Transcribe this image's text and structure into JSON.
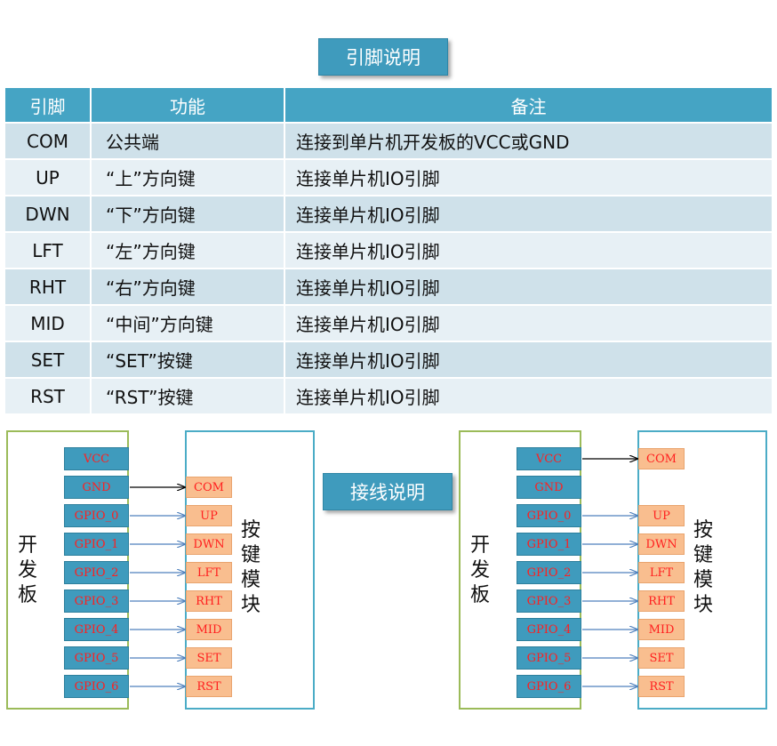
{
  "section1_title": "引脚说明",
  "section2_title": "接线说明",
  "table": {
    "headers": [
      "引脚",
      "功能",
      "备注"
    ],
    "rows": [
      {
        "pin": "COM",
        "func": "公共端",
        "note": "连接到单片机开发板的VCC或GND"
      },
      {
        "pin": "UP",
        "func": "“上”方向键",
        "note": "连接单片机IO引脚"
      },
      {
        "pin": "DWN",
        "func": "“下”方向键",
        "note": "连接单片机IO引脚"
      },
      {
        "pin": "LFT",
        "func": "“左”方向键",
        "note": "连接单片机IO引脚"
      },
      {
        "pin": "RHT",
        "func": "“右”方向键",
        "note": "连接单片机IO引脚"
      },
      {
        "pin": "MID",
        "func": "“中间”方向键",
        "note": "连接单片机IO引脚"
      },
      {
        "pin": "SET",
        "func": "“SET”按键",
        "note": "连接单片机IO引脚"
      },
      {
        "pin": "RST",
        "func": "“RST”按键",
        "note": "连接单片机IO引脚"
      }
    ]
  },
  "diagram": {
    "board_label": [
      "开",
      "发",
      "板"
    ],
    "module_label": [
      "按",
      "键",
      "模",
      "块"
    ],
    "board_pins": [
      "VCC",
      "GND",
      "GPIO_0",
      "GPIO_1",
      "GPIO_2",
      "GPIO_3",
      "GPIO_4",
      "GPIO_5",
      "GPIO_6"
    ],
    "module_pins": [
      "COM",
      "UP",
      "DWN",
      "LFT",
      "RHT",
      "MID",
      "SET",
      "RST"
    ],
    "left_common_source": "GND",
    "right_common_source": "VCC"
  },
  "colors": {
    "header_blue": "#45a4c4",
    "row_light": "#e7f0f5",
    "row_dark": "#cfe1ea",
    "gpio_blue": "#3f9bbd",
    "pin_orange": "#f9be8f",
    "pin_text_red": "#ff1f1f",
    "board_border_green": "#9bbb59",
    "module_border_blue": "#4bacc6"
  }
}
